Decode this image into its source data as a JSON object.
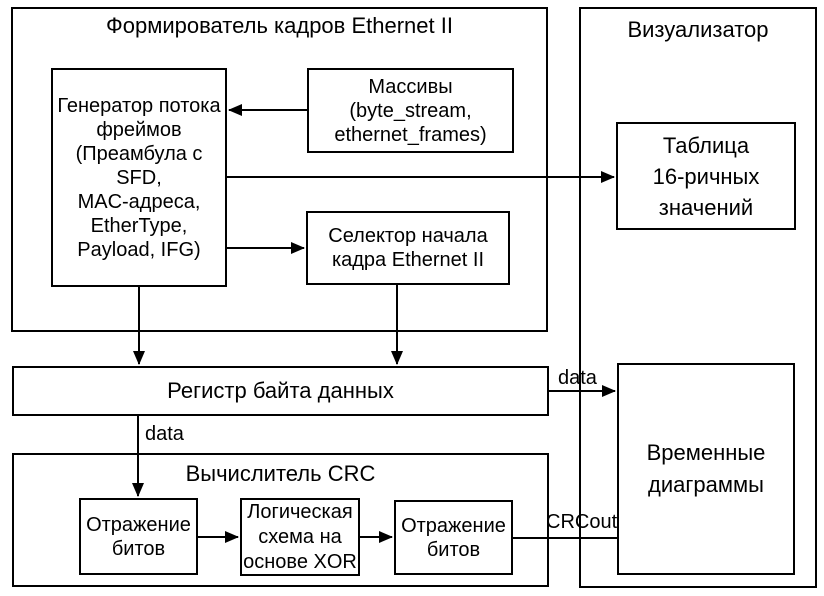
{
  "frame_former": {
    "title": "Формирователь кадров Ethernet II",
    "generator_box": "Генератор потока\nфреймов\n(Преамбула с SFD,\nMAC-адреса,\nEtherType,\nPayload, IFG)",
    "arrays_box": "Массивы\n(byte_stream,\nethernet_frames)",
    "selector_box": "Селектор начала\nкадра Ethernet II"
  },
  "visualizer": {
    "title": "Визуализатор",
    "hex_table_box": "Таблица\n16-ричных\nзначений",
    "timing_box": "Временные\nдиаграммы"
  },
  "register_box": "Регистр байта данных",
  "crc": {
    "title": "Вычислитель CRC",
    "reflect_in_box": "Отражение\nбитов",
    "xor_box": "Логическая\nсхема на\nоснове XOR",
    "reflect_out_box": "Отражение\nбитов"
  },
  "signal_labels": {
    "data_to_timing": "data",
    "data_to_crc": "data",
    "crc_out": "CRCout"
  },
  "colors": {
    "line": "#000000",
    "background": "#ffffff"
  }
}
